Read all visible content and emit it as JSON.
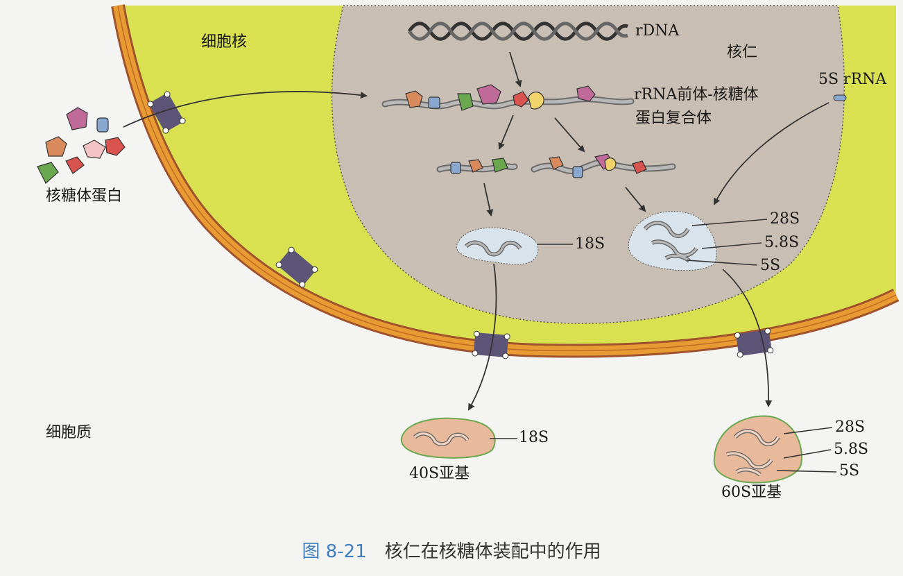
{
  "labels": {
    "nucleus": "细胞核",
    "nucleolus": "核仁",
    "rdna": "rDNA",
    "precursor_line1": "rRNA前体-核糖体",
    "precursor_line2": "蛋白复合体",
    "five_s_rrna": "5S rRNA",
    "ribosomal_protein": "核糖体蛋白",
    "cytoplasm": "细胞质",
    "inner_18s": "18S",
    "inner_28s": "28S",
    "inner_58s": "5.8S",
    "inner_5s": "5S",
    "outer_18s": "18S",
    "outer_28s": "28S",
    "outer_58s": "5.8S",
    "outer_5s": "5S",
    "subunit_40s": "40S亚基",
    "subunit_60s": "60S亚基"
  },
  "caption": {
    "figure_number": "图 8-21",
    "title": "核仁在核糖体装配中的作用"
  },
  "colors": {
    "nucleoplasm": "#d9e151",
    "nucleolus": "#c9beb4",
    "envelope": "#e79b32",
    "pore": "#5d5577",
    "rna": "#8e8e8e",
    "protein_pink": "#c06a9a",
    "protein_green": "#6aa84f",
    "protein_blue": "#8aa7cf",
    "protein_red": "#d9534f",
    "protein_yellow": "#f2d36b",
    "caption_blue": "#3f7fbf"
  }
}
